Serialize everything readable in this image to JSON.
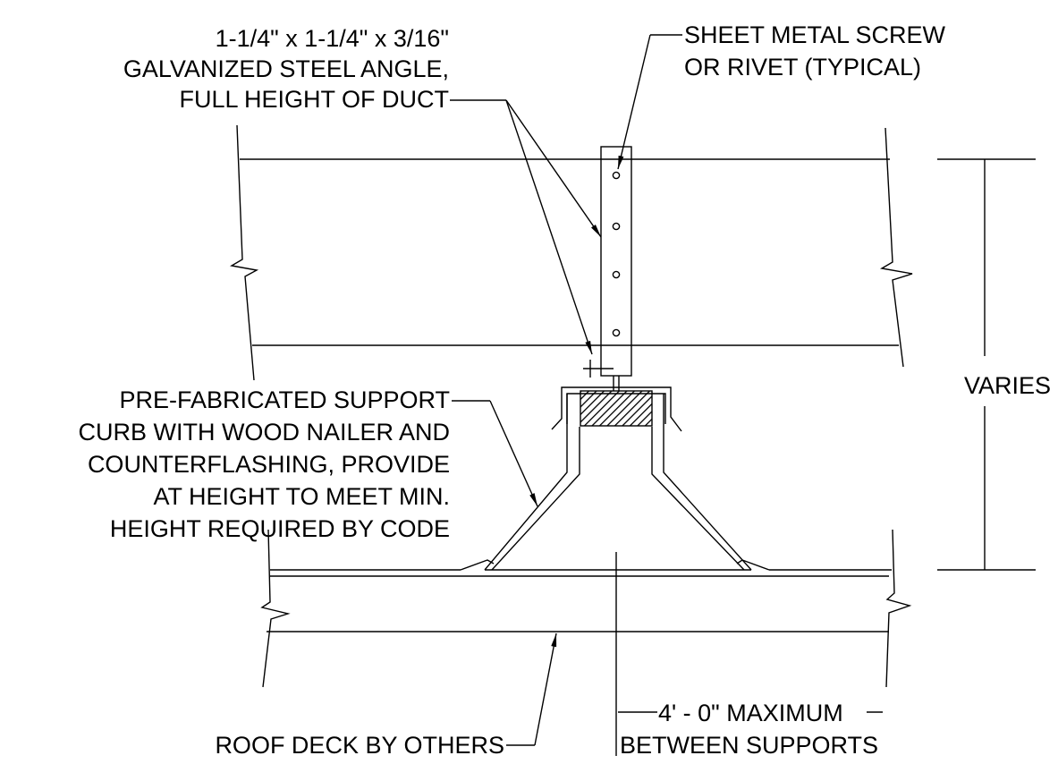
{
  "callouts": {
    "angle": {
      "lines": [
        "1-1/4\" x 1-1/4\" x 3/16\"",
        "GALVANIZED STEEL ANGLE,",
        "FULL HEIGHT OF DUCT"
      ]
    },
    "screw": {
      "lines": [
        "SHEET METAL SCREW",
        "OR RIVET (TYPICAL)"
      ]
    },
    "curb": {
      "lines": [
        "PRE-FABRICATED SUPPORT",
        "CURB WITH WOOD NAILER AND",
        "COUNTERFLASHING, PROVIDE",
        "AT HEIGHT TO MEET MIN.",
        "HEIGHT REQUIRED BY CODE"
      ]
    },
    "deck": {
      "lines": [
        "ROOF DECK BY OTHERS"
      ]
    },
    "spacing": {
      "lines": [
        "4' - 0\" MAXIMUM",
        "BETWEEN SUPPORTS"
      ]
    }
  },
  "dimension": {
    "label": "VARIES"
  }
}
